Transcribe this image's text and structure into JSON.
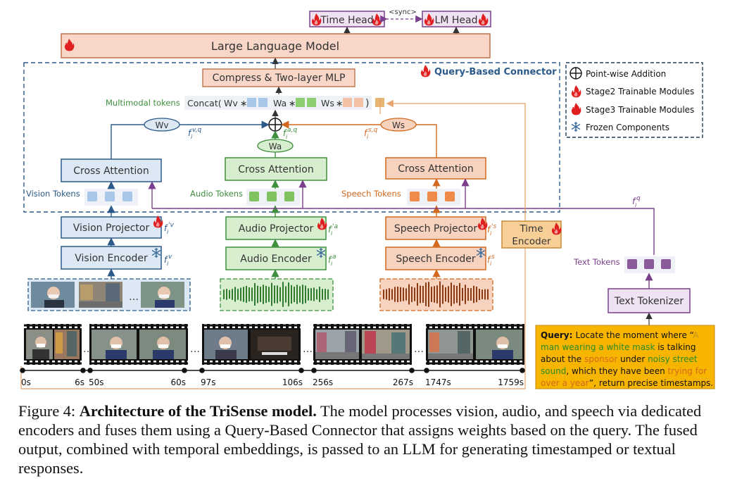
{
  "diagram": {
    "heads": {
      "time": "Time Head",
      "lm": "LM Head",
      "sync": "<sync>"
    },
    "llm": "Large Language Model",
    "connector": {
      "title": "Query-Based Connector",
      "mlp": "Compress & Two-layer MLP"
    },
    "concat": {
      "label": "Multimodal tokens",
      "expr_start": "Concat(",
      "wv": "Wv",
      "wa": "Wa",
      "ws": "Ws",
      "star": "∗",
      "close": ")"
    },
    "legend": {
      "pointwise": "Point-wise Addition",
      "stage2": "Stage2 Trainable Modules",
      "stage3": "Stage3 Trainable Modules",
      "frozen": "Frozen Components"
    },
    "weights": {
      "wv": "Wv",
      "wa": "Wa",
      "ws": "Ws"
    },
    "features": {
      "fvq_main": "f",
      "fvq_sup": "v,q",
      "fvq_sub": "i",
      "faq_main": "f",
      "faq_sup": "a,q",
      "faq_sub": "i",
      "fsq_main": "f",
      "fsq_sup": "s,q",
      "fsq_sub": "i",
      "fv_proj_main": "f",
      "fv_proj_sup": "'v",
      "fv_proj_sub": "i",
      "fa_proj_main": "f",
      "fa_proj_sup": "'a",
      "fa_proj_sub": "i",
      "fs_proj_main": "f",
      "fs_proj_sup": "'s",
      "fs_proj_sub": "i",
      "fv_enc_main": "f",
      "fv_enc_sup": "v",
      "fv_enc_sub": "i",
      "fa_enc_main": "f",
      "fa_enc_sup": "a",
      "fa_enc_sub": "i",
      "fs_enc_main": "f",
      "fs_enc_sup": "s",
      "fs_enc_sub": "i",
      "fq_main": "f",
      "fq_sup": "q",
      "fq_sub": "i"
    },
    "cross_attention": {
      "vision": "Cross Attention",
      "audio": "Cross Attention",
      "speech": "Cross Attention"
    },
    "tokens": {
      "vision": "Vision Tokens",
      "audio": "Audio Tokens",
      "speech": "Speech Tokens",
      "text": "Text Tokens"
    },
    "projectors": {
      "vision": "Vision Projector",
      "audio": "Audio Projector",
      "speech": "Speech Projector"
    },
    "encoders": {
      "vision": "Vision Encoder",
      "audio": "Audio Encoder",
      "speech": "Speech Encoder",
      "time_1": "Time",
      "time_2": "Encoder"
    },
    "tokenizer": "Text Tokenizer",
    "query": {
      "label": "Query:",
      "lines": [
        [
          {
            "t": "Locate the moment where “",
            "c": "#111"
          },
          {
            "t": "A",
            "c": "#c8941a"
          }
        ],
        [
          {
            "t": "man wearing a white mask",
            "c": "#2a8a2a"
          },
          {
            "t": " is talking",
            "c": "#111"
          }
        ],
        [
          {
            "t": "about the ",
            "c": "#111"
          },
          {
            "t": "sponsor",
            "c": "#d2691e"
          },
          {
            "t": " under ",
            "c": "#111"
          },
          {
            "t": "noisy street",
            "c": "#2a8a2a"
          }
        ],
        [
          {
            "t": "sound",
            "c": "#2a8a2a"
          },
          {
            "t": ", which they have been ",
            "c": "#111"
          },
          {
            "t": "trying for",
            "c": "#d2691e"
          }
        ],
        [
          {
            "t": "over a year",
            "c": "#d2691e"
          },
          {
            "t": "”, return precise timestamps.",
            "c": "#111"
          }
        ]
      ]
    },
    "timeline": [
      "0s",
      "6s",
      "50s",
      "60s",
      "97s",
      "106s",
      "256s",
      "267s",
      "1747s",
      "1759s"
    ],
    "colors": {
      "vision_fill": "#dde8f5",
      "vision_stroke": "#2b5a8a",
      "audio_fill": "#d7efcf",
      "audio_stroke": "#3e8f3e",
      "speech_fill": "#f7d2be",
      "speech_stroke": "#d2691e",
      "llm_fill": "#f8d7c8",
      "text_fill": "#efe2f3",
      "text_stroke": "#7b3f8c",
      "time_fill": "#f9cf98",
      "query_fill": "#f7b500",
      "flame": "#e02020"
    }
  },
  "caption": {
    "label": "Figure 4: ",
    "title": "Architecture of the TriSense model.",
    "text": " The model processes vision, audio, and speech via dedicated encoders and fuses them using a Query-Based Connector that assigns weights based on the query. The fused output, combined with temporal embeddings, is passed to an LLM for generating timestamped or textual responses."
  }
}
